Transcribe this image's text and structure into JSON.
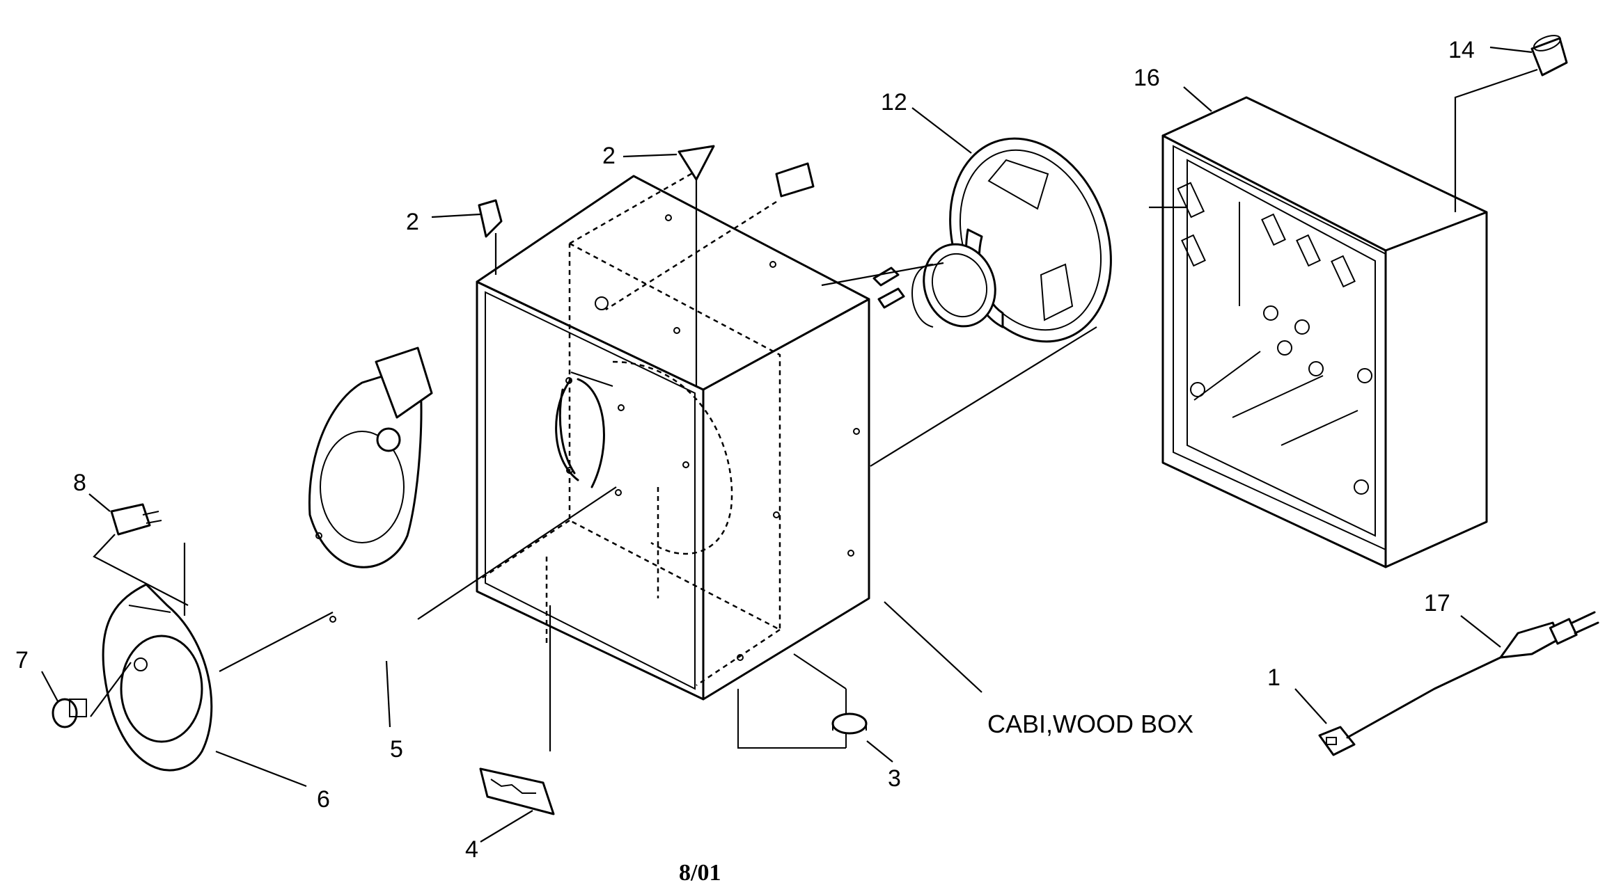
{
  "diagram": {
    "callouts": {
      "p1": "1",
      "p2a": "2",
      "p2b": "2",
      "p3": "3",
      "p4": "4",
      "p5": "5",
      "p6": "6",
      "p7": "7",
      "p8": "8",
      "p12": "12",
      "p14": "14",
      "p16": "16",
      "p17": "17"
    },
    "cabinet_label": "CABI,WOOD BOX",
    "date_code": "8/01"
  }
}
